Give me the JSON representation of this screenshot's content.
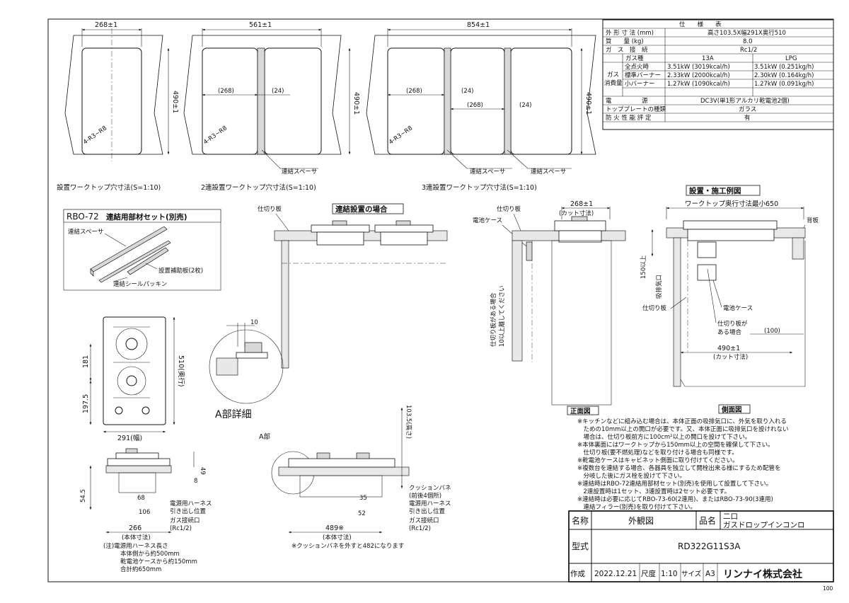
{
  "cutout": {
    "single": {
      "width": "268±1",
      "depth": "490±1",
      "corner": "4-R3~R8",
      "caption": "設置ワークトップ穴寸法(S=1:10)"
    },
    "double": {
      "width": "561±1",
      "depth": "490±1",
      "corner": "4-R3~R8",
      "dim_268": "(268)",
      "dim_24": "(24)",
      "spacer": "連結スペーサ",
      "caption": "2連設置ワークトップ穴寸法(S=1:10)"
    },
    "triple": {
      "width": "854±1",
      "depth": "490±1",
      "corner": "4-R3~R8",
      "dim_268a": "(268)",
      "dim_24a": "(24)",
      "dim_268b": "(268)",
      "dim_24b": "(24)",
      "spacer1": "連結スペーサ",
      "spacer2": "連結スペーサ",
      "caption": "3連設置ワークトップ穴寸法(S=1:10)"
    }
  },
  "spec_table": {
    "title": "仕　　様　　表",
    "rows": [
      {
        "label": "外 形 寸 法 (mm)",
        "value": "高さ103.5X幅291X奥行510"
      },
      {
        "label": "質　　量 (kg)",
        "value": "8.0"
      },
      {
        "label": "ガ　ス　接　続",
        "value": "Rc1/2"
      }
    ],
    "gas_label": "ガス種",
    "gas_13a": "13A",
    "gas_lpg": "LPG",
    "group_label_1": "ガス",
    "group_label_2": "消費量",
    "consumption": [
      {
        "label": "全点火時",
        "v13a": "3.51kW (3019kcal/h)",
        "vlpg": "3.51kW (0.251kg/h)"
      },
      {
        "label": "標準バーナー",
        "v13a": "2.33kW (2000kcal/h)",
        "vlpg": "2.30kW (0.164kg/h)"
      },
      {
        "label": "小バーナー",
        "v13a": "1.27kW (1090kcal/h)",
        "vlpg": "1.27kW (0.091kg/h)"
      }
    ],
    "tail_rows": [
      {
        "label": "電　　　　　源",
        "value": "DC3V(単1形アルカリ乾電池2個)"
      },
      {
        "label": "トッププレートの種類",
        "value": "ガラス"
      },
      {
        "label": "防 火 性 能 評 定",
        "value": "有"
      }
    ]
  },
  "rbo": {
    "code": "RBO-72",
    "title": "連結用部材セット(別売)",
    "spacer": "連結スペーサ",
    "plate": "設置補助板(2枚)",
    "packing": "連結シールパッキン"
  },
  "renketsu": {
    "title": "連結設置の場合",
    "partition": "仕切り板"
  },
  "front": {
    "partition": "仕切り板",
    "battery": "電池ケース",
    "cut": "268±1",
    "cut_note": "(カット寸法)",
    "vertical_note_1": "仕切り板がある場合",
    "vertical_note_2": "10以上離してください",
    "label": "正面図"
  },
  "side": {
    "title": "設置・施工例図",
    "worktop": "ワークトップ奥行寸法最小650",
    "backboard": "背板",
    "min150": "150以上",
    "intake": "吸排気口",
    "partition": "仕切り板",
    "battery": "電池ケース",
    "partition_case_1": "仕切り板が",
    "partition_case_2": "ある場合",
    "dim100": "(100)",
    "cut": "490±1",
    "cut_note": "(カット寸法)",
    "label": "側面図"
  },
  "top_view": {
    "d181": "181",
    "d1975": "197.5",
    "depth": "510(奥行)",
    "width": "291(幅)"
  },
  "detail_a": {
    "d10": "10",
    "label": "A部詳細"
  },
  "front_small": {
    "d49": "49",
    "d8": "8",
    "d545": "54.5",
    "d68": "68",
    "d106": "106",
    "d266": "266",
    "d266_note": "(本体寸法)",
    "harness_1": "電源用ハーネス",
    "harness_2": "引き出し位置",
    "gas_1": "ガス接続口",
    "gas_2": "(Rc1/2)"
  },
  "note": {
    "l1": "(注)電源用ハーネス長さ",
    "l2": "本体側から約500mm",
    "l3": "乾電池ケースから約150mm",
    "l4": "合計約650mm"
  },
  "side_small": {
    "a_part": "A部",
    "height": "103.5(高さ)",
    "d35": "35",
    "d52": "52",
    "d489": "489※",
    "d489_note": "(本体寸法)",
    "cushion_1": "クッションバネ",
    "cushion_2": "(前後4個所)",
    "harness_1": "電源用ハーネス",
    "harness_2": "引き出し位置",
    "gas_1": "ガス接続口",
    "gas_2": "(Rc1/2)",
    "footnote": "※クッションバネを外すと482になります"
  },
  "notes": [
    "※キッチンなどに組み込む場合は、本体正面の吸排気口に、外気を取り入れる",
    "　ための10mm以上の開口が必要です。又、本体正面に吸排気口を設けれない",
    "　場合は、仕切り板前方に100cm²以上の開口を設けて下さい。",
    "※本体裏面にはワークトップから150mm以上の空間を確保して下さい。",
    "　仕切り板(要不燃処理)などを取り付ける場合も同様です。",
    "※乾電池ケースはキャビネット側面に取り付けてください。",
    "※複数台を連結する場合、各器具を独立して開栓出来る様にするため配管を",
    "　分岐した後にガス栓を設けて下さい。",
    "※連結時はRBO-72連結用部材セット(別売)を使用して設置して下さい。",
    "　2連設置時は1セット、3連設置時は2セット必要です。",
    "※連結時は必要に応じてRBO-73-60(2連用)、またはRBO-73-90(3連用)",
    "　連結フィラー(別売)を取り付けて下さい。"
  ],
  "title_block": {
    "name_label": "名称",
    "name_value": "外観図",
    "product_label": "品名",
    "product_1": "二口",
    "product_2": "ガスドロップインコンロ",
    "model_label": "型式",
    "model_value": "RD322G11S3A",
    "made_label": "作成",
    "made_value": "2022.12.21",
    "scale_label": "尺度",
    "scale_value": "1:10",
    "size_label": "サイズ",
    "size_value": "A3",
    "company": "リンナイ株式会社"
  },
  "corner_mark": "100"
}
